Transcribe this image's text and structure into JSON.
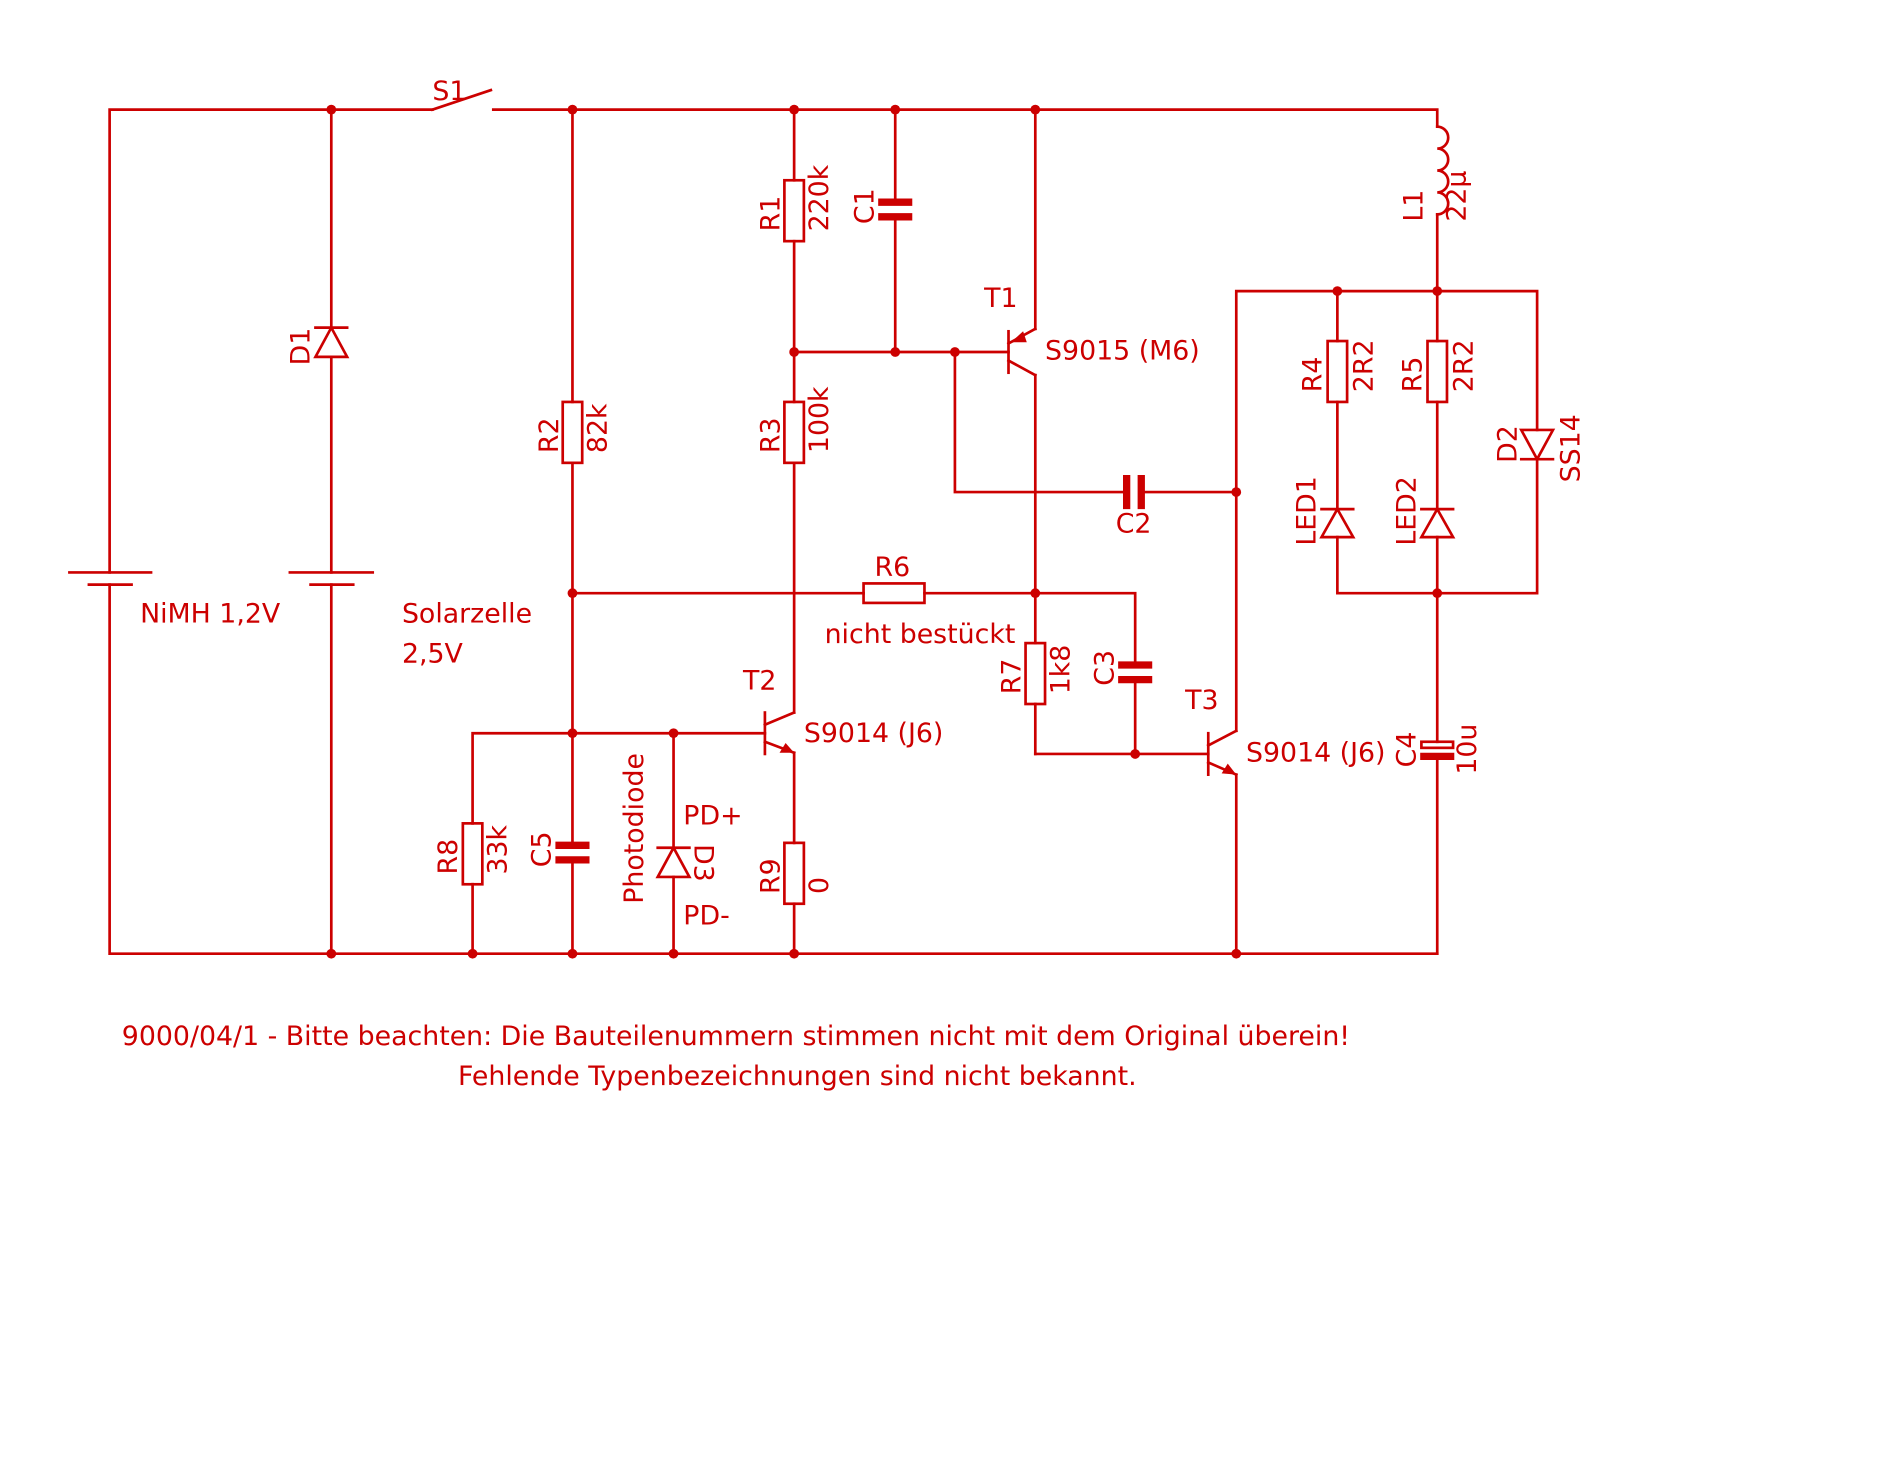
{
  "components": {
    "S1": {
      "ref": "S1"
    },
    "D1": {
      "ref": "D1"
    },
    "BAT1": {
      "value": "NiMH 1,2V"
    },
    "SOL": {
      "line1": "Solarzelle",
      "line2": "2,5V"
    },
    "R1": {
      "ref": "R1",
      "value": "220k"
    },
    "R2": {
      "ref": "R2",
      "value": "82k"
    },
    "R3": {
      "ref": "R3",
      "value": "100k"
    },
    "R4": {
      "ref": "R4",
      "value": "2R2"
    },
    "R5": {
      "ref": "R5",
      "value": "2R2"
    },
    "R6": {
      "ref": "R6",
      "note": "nicht bestückt"
    },
    "R7": {
      "ref": "R7",
      "value": "1k8"
    },
    "R8": {
      "ref": "R8",
      "value": "33k"
    },
    "R9": {
      "ref": "R9",
      "value": "0"
    },
    "C1": {
      "ref": "C1"
    },
    "C2": {
      "ref": "C2"
    },
    "C3": {
      "ref": "C3"
    },
    "C4": {
      "ref": "C4",
      "value": "10u"
    },
    "C5": {
      "ref": "C5"
    },
    "L1": {
      "ref": "L1",
      "value": "22µ"
    },
    "D2": {
      "ref": "D2",
      "value": "SS14"
    },
    "D3": {
      "ref": "D3",
      "type": "Photodiode",
      "pin_plus": "PD+",
      "pin_minus": "PD-"
    },
    "LED1": {
      "ref": "LED1"
    },
    "LED2": {
      "ref": "LED2"
    },
    "T1": {
      "ref": "T1",
      "value": "S9015 (M6)"
    },
    "T2": {
      "ref": "T2",
      "value": "S9014 (J6)"
    },
    "T3": {
      "ref": "T3",
      "value": "S9014 (J6)"
    }
  },
  "notes": {
    "line1": "9000/04/1 - Bitte beachten: Die Bauteilenummern stimmen nicht mit dem Original überein!",
    "line2": "Fehlende Typenbezeichnungen sind nicht bekannt."
  },
  "colors": {
    "ink": "#cc0000",
    "background": "#ffffff"
  }
}
